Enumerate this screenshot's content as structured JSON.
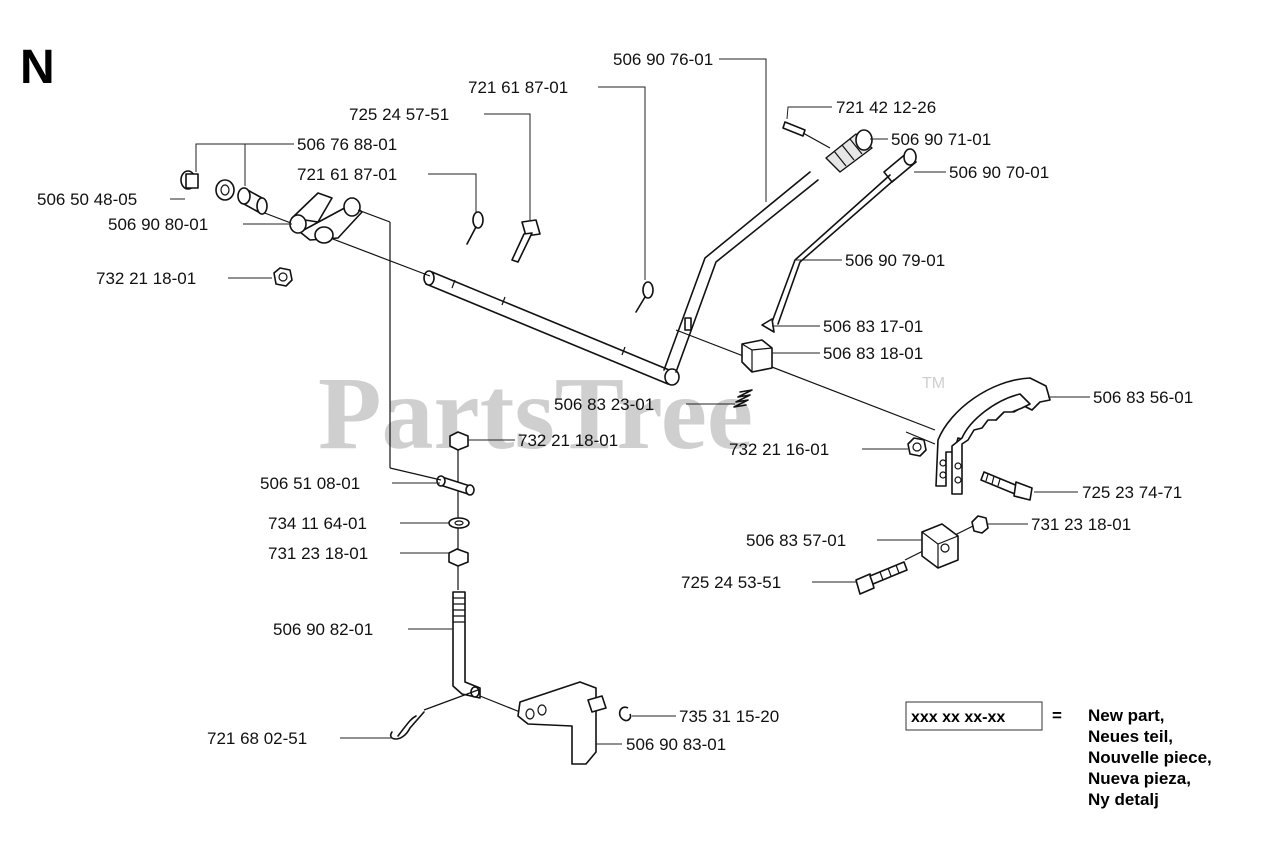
{
  "section_letter": "N",
  "watermark": "PartsTree",
  "trademark": "TM",
  "labels": [
    "506 90 76-01",
    "721 61 87-01",
    "725 24 57-51",
    "721 42 12-26",
    "506 90 71-01",
    "506 76 88-01",
    "506 90 70-01",
    "721 61 87-01",
    "506 50 48-05",
    "506 90 80-01",
    "506 90 79-01",
    "732 21 18-01",
    "506 83 17-01",
    "506 83 18-01",
    "506 83 23-01",
    "506 83 56-01",
    "732 21 18-01",
    "732 21 16-01",
    "506 51 08-01",
    "725 23 74-71",
    "734 11 64-01",
    "731 23 18-01",
    "731 23 18-01",
    "506 83 57-01",
    "725 24 53-51",
    "506 90 82-01",
    "735 31 15-20",
    "721 68 02-51",
    "506 90 83-01"
  ],
  "legend": {
    "code": "xxx xx xx-xx",
    "equals": "=",
    "lines": [
      "New part,",
      "Neues teil,",
      "Nouvelle piece,",
      "Nueva pieza,",
      "Ny detalj"
    ]
  }
}
